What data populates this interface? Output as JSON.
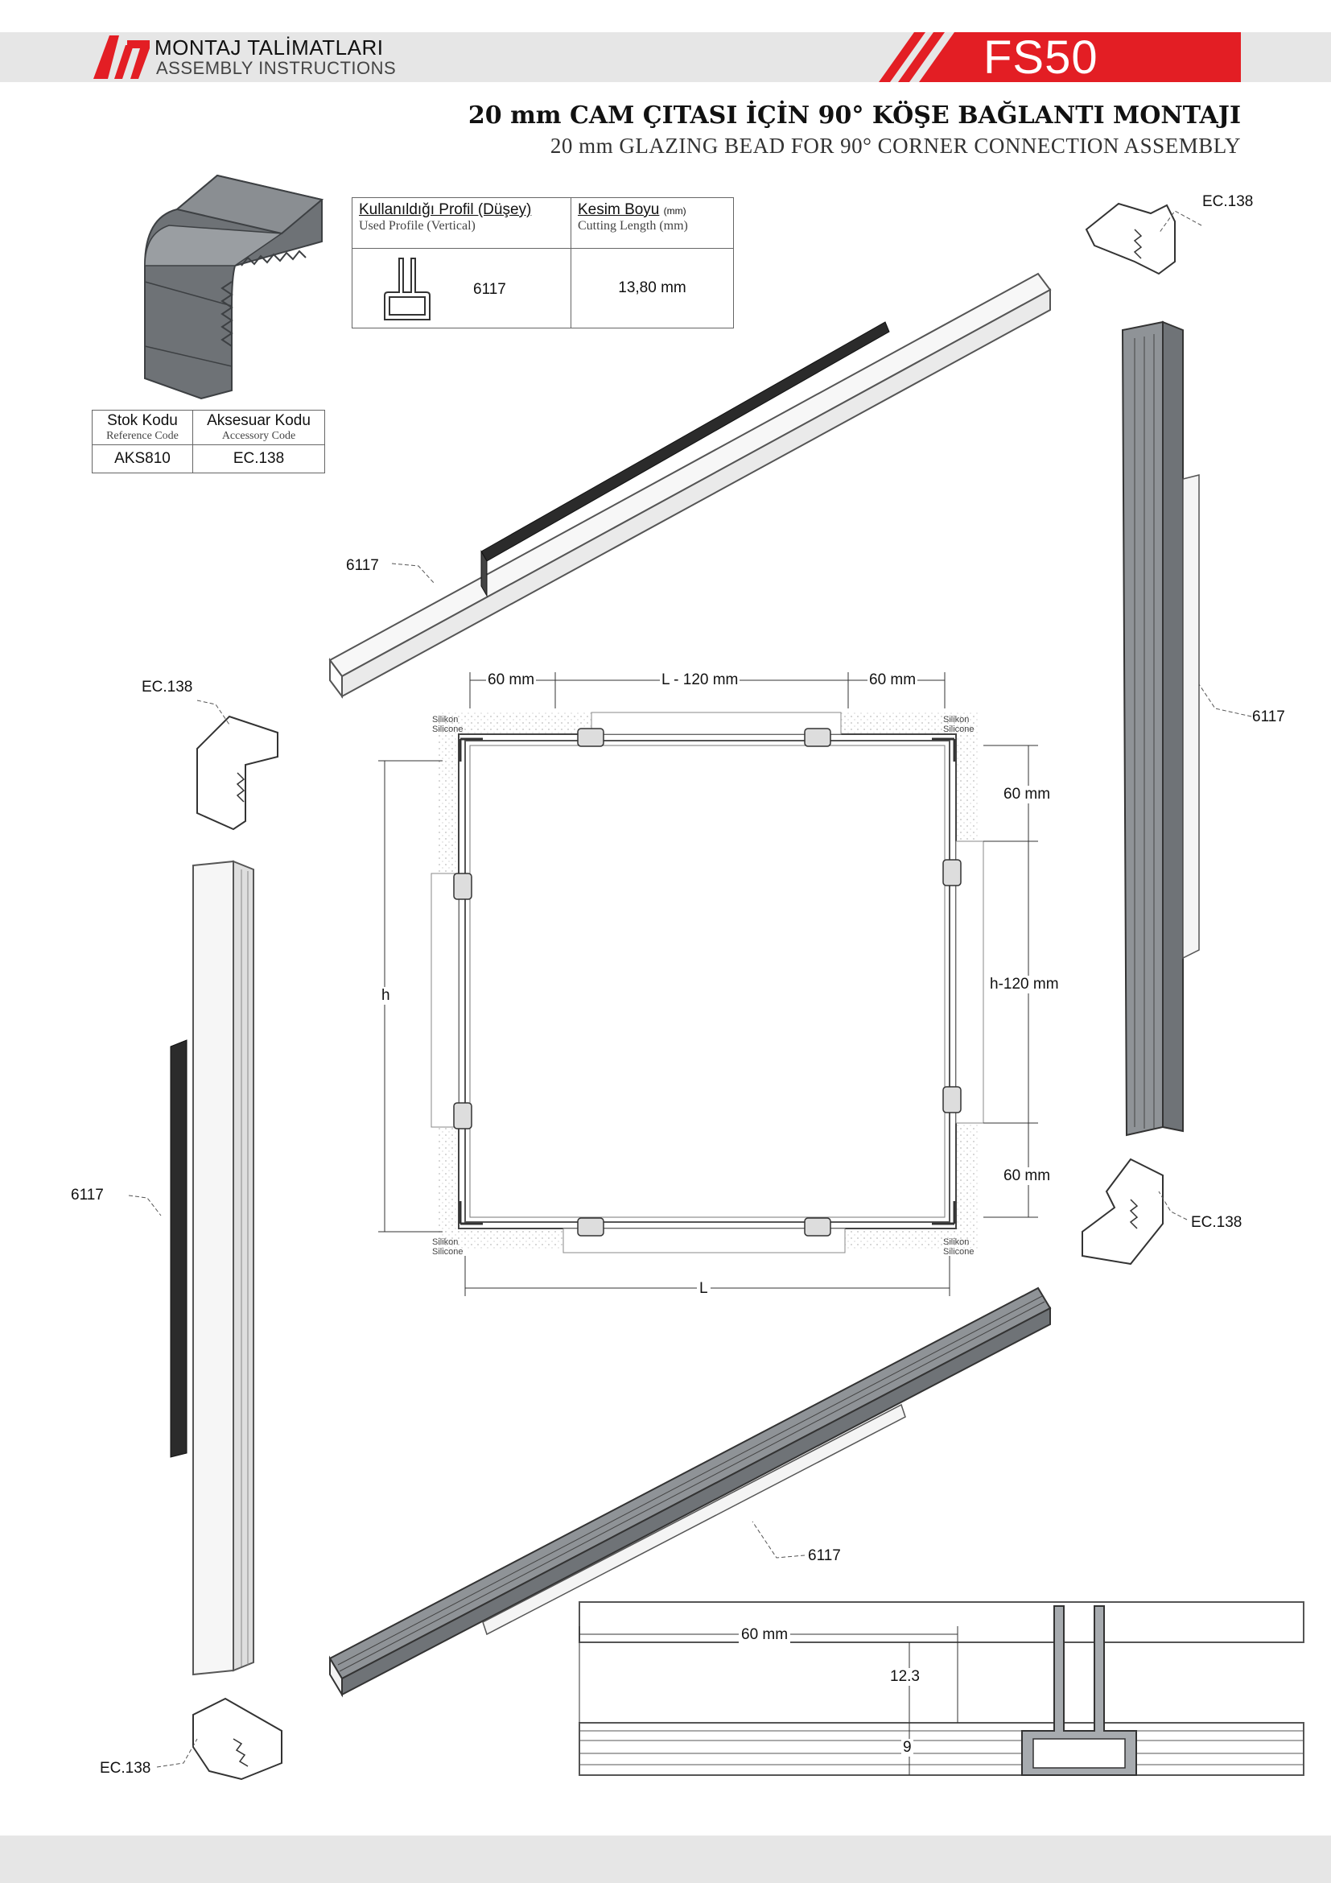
{
  "header": {
    "title_tr": "MONTAJ TALİMATLARI",
    "title_en": "ASSEMBLY INSTRUCTIONS",
    "series": "FS50",
    "brand_color": "#e31e24"
  },
  "page_title": {
    "tr": "20 mm CAM ÇITASI İÇİN 90° KÖŞE BAĞLANTI MONTAJI",
    "en": "20 mm GLAZING BEAD FOR 90° CORNER CONNECTION ASSEMBLY"
  },
  "profile_table": {
    "col1_tr": "Kullanıldığı Profil (Düşey)",
    "col1_en": "Used Profile (Vertical)",
    "col2_tr": "Kesim Boyu",
    "col2_unit": "(mm)",
    "col2_en": "Cutting Length (mm)",
    "profile_code": "6117",
    "cutting_length": "13,80 mm"
  },
  "accessory_table": {
    "stock_tr": "Stok Kodu",
    "stock_en": "Reference Code",
    "acc_tr": "Aksesuar Kodu",
    "acc_en": "Accessory Code",
    "stock_value": "AKS810",
    "acc_value": "EC.138"
  },
  "labels": {
    "profile": "6117",
    "accessory": "EC.138",
    "silicone_tr": "Silikon",
    "silicone_en": "Silicone"
  },
  "dimensions": {
    "d60": "60 mm",
    "width_minus": "L - 120 mm",
    "height_minus": "h-120 mm",
    "width": "L",
    "height": "h",
    "detail_60": "60 mm",
    "detail_h1": "12.3",
    "detail_h2": "9"
  }
}
